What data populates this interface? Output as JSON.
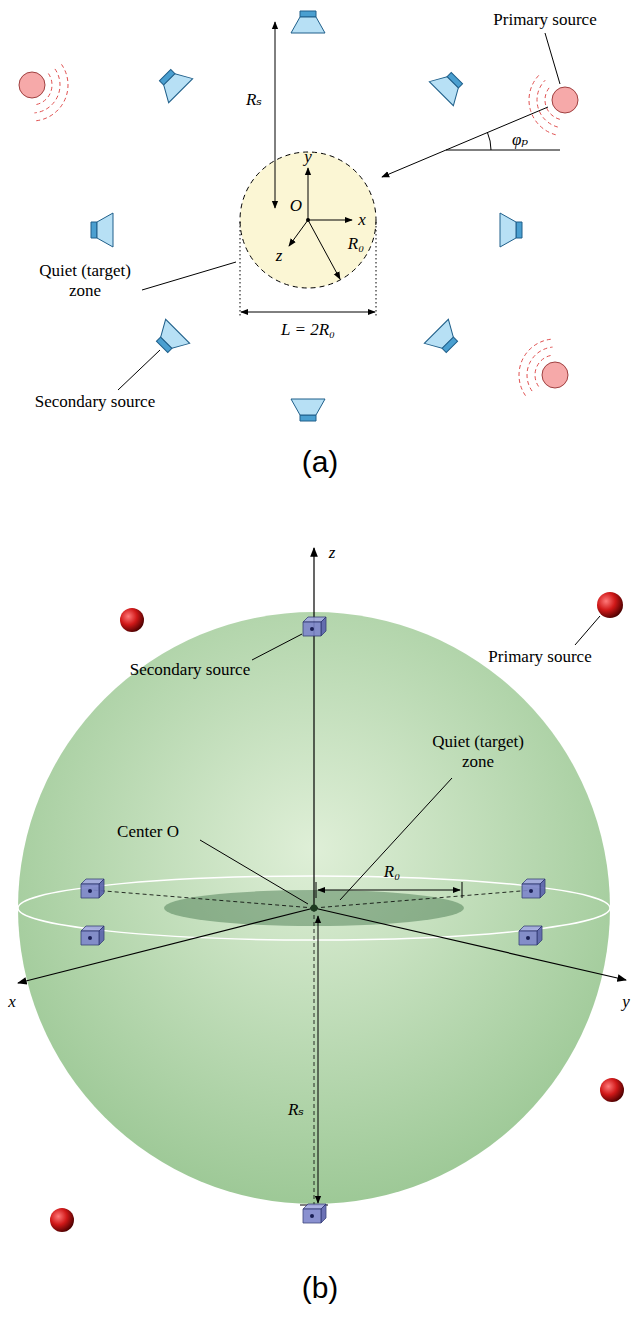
{
  "diagram": {
    "labels": [
      "Rₛ",
      "Primary source",
      "y",
      "O",
      "x",
      "z",
      "R₀",
      "φₚ",
      "Quiet (target) zone",
      "L = 2R₀",
      "Secondary source",
      "(a)",
      "z",
      "Primary source",
      "Secondary source",
      "Quiet (target) zone",
      "Center O",
      "R₀",
      "x",
      "y",
      "Rₛ",
      "(b)"
    ]
  }
}
